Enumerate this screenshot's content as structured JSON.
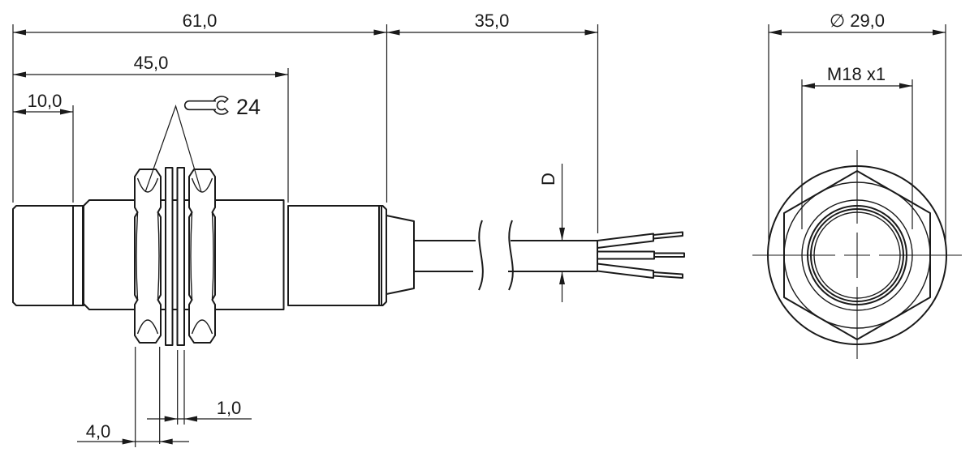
{
  "colors": {
    "line": "#1a1a1a",
    "background": "#ffffff"
  },
  "views": {
    "side": {
      "name": "sensor side view with cable"
    },
    "front": {
      "name": "sensor front view"
    }
  },
  "labels": {
    "overall_length": "61,0",
    "thread_length": "45,0",
    "tip_length": "10,0",
    "wrench_size": "24",
    "cable_section_length": "35,0",
    "cable_diameter": "D",
    "nut_thickness": "4,0",
    "washer_thickness": "1,0",
    "outer_diameter": "∅ 29,0",
    "thread_spec": "M18 x1"
  },
  "icons": {
    "wrench": "open-end-wrench"
  }
}
